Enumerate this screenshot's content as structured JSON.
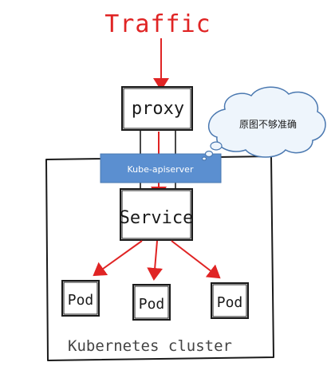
{
  "diagram": {
    "traffic_label": "Traffic",
    "proxy_label": "proxy",
    "apiserver_label": "Kube-apiserver",
    "service_label": "Service",
    "pods": [
      {
        "label": "Pod"
      },
      {
        "label": "Pod"
      },
      {
        "label": "Pod"
      }
    ],
    "cluster_label": "Kubernetes cluster",
    "callout_text": "原图不够准确"
  },
  "colors": {
    "traffic_red": "#e02424",
    "ink": "#1a1a1a",
    "apiserver_fill": "#5b8fd0",
    "apiserver_text": "#ffffff",
    "callout_fill": "#eef5fc",
    "callout_stroke": "#4a78b0"
  }
}
